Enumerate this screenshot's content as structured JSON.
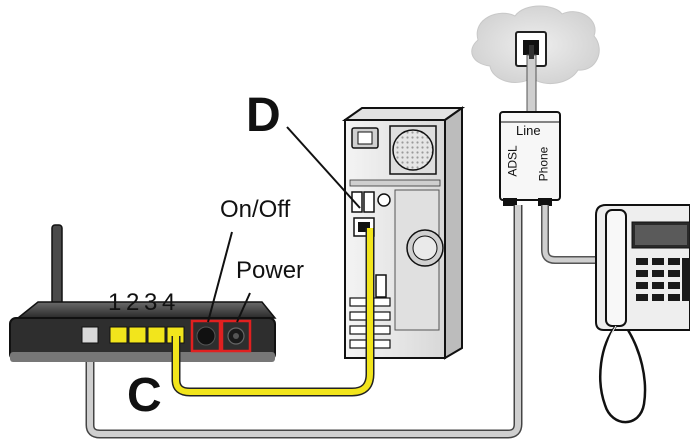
{
  "callouts": {
    "d": "D",
    "c": "C"
  },
  "router": {
    "ports_label": "1 2 3 4",
    "onoff_label": "On/Off",
    "power_label": "Power"
  },
  "splitter": {
    "line_label": "Line",
    "adsl_label": "ADSL",
    "phone_label": "Phone"
  },
  "colors": {
    "ethernet_cable": "#f2e51c",
    "phone_cable": "#c9c9c9",
    "highlight": "#e02020",
    "router_body": "#3a3a3a",
    "wall_cloud": "#dcdcdc"
  }
}
